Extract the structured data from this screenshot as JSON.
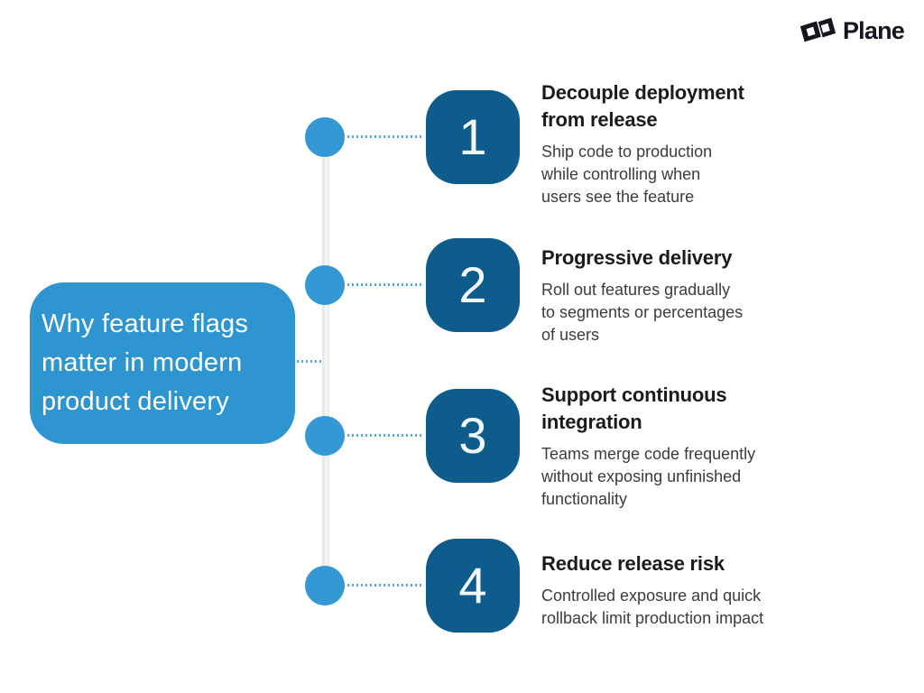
{
  "theme": {
    "background": "#FFFFFF",
    "accent_blue": "#3398D3",
    "card_blue": "#2E95D1",
    "badge_blue": "#0D5C8C",
    "connector_blue": "#53A9DC",
    "spine_gray": "#ECECEC",
    "heading_color": "#1B1B1B",
    "body_color": "#3C3C3C",
    "logo_color": "#15151E"
  },
  "logo": {
    "text": "Plane",
    "icon": "plane-logo-icon"
  },
  "title_card": {
    "text": "Why feature flags\nmatter in modern\nproduct delivery"
  },
  "items": [
    {
      "number": "1",
      "heading": "Decouple deployment\nfrom release",
      "body": "Ship code to production\nwhile controlling when\nusers see the feature"
    },
    {
      "number": "2",
      "heading": "Progressive delivery",
      "body": "Roll out features gradually\nto segments or percentages\nof users"
    },
    {
      "number": "3",
      "heading": "Support continuous\nintegration",
      "body": "Teams merge code frequently\nwithout exposing unfinished\nfunctionality"
    },
    {
      "number": "4",
      "heading": "Reduce release risk",
      "body": "Controlled exposure and quick\nrollback limit production impact"
    }
  ]
}
